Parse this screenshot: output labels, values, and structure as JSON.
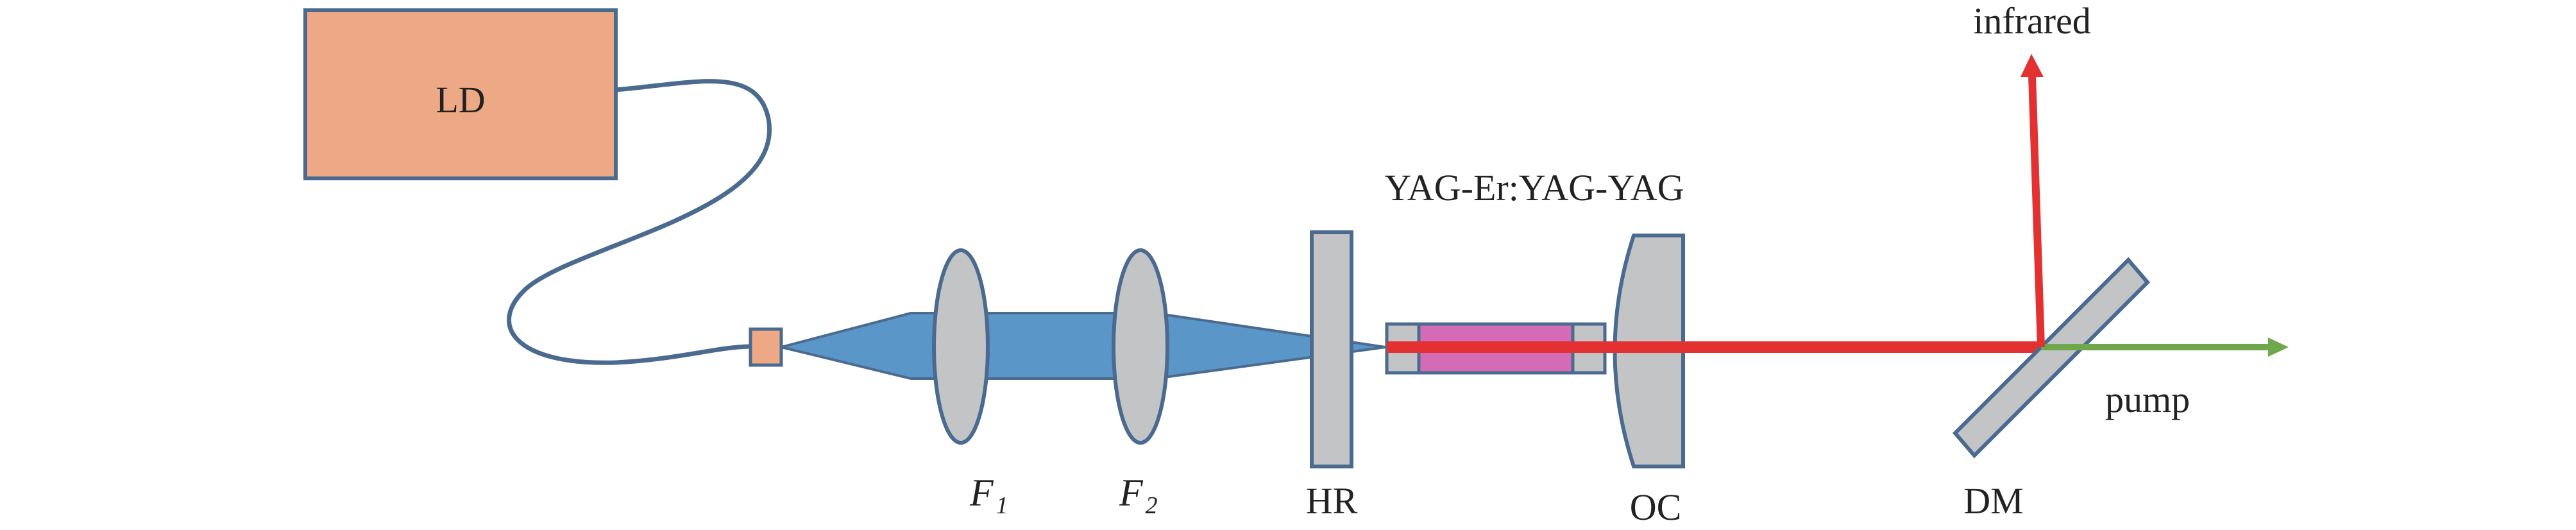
{
  "labels": {
    "ld": "LD",
    "f1_main": "F",
    "f1_sub": "1",
    "f2_main": "F",
    "f2_sub": "2",
    "hr": "HR",
    "crystal": "YAG-Er:YAG-YAG",
    "oc": "OC",
    "dm": "DM",
    "infrared": "infrared",
    "pump": "pump"
  },
  "colors": {
    "ld_fill": "#EDA886",
    "outline": "#4A6B8F",
    "pump_beam": "#5B96C8",
    "optic_gray": "#C2C4C6",
    "crystal_core": "#D46BB6",
    "crystal_end": "#C2C4C6",
    "infrared_beam": "#E33030",
    "pump_out": "#6FA84A",
    "text": "#222222"
  }
}
